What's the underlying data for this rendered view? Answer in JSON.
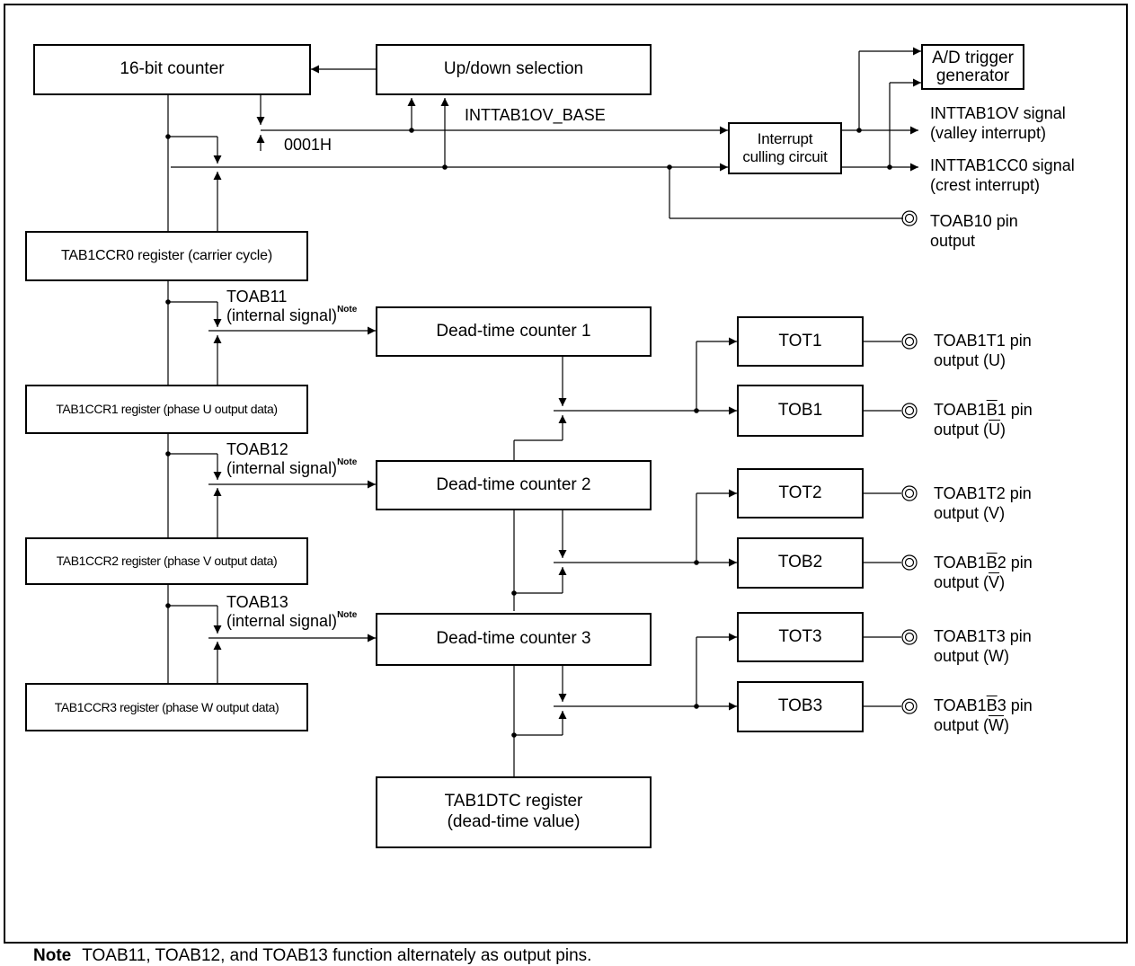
{
  "blocks": {
    "counter16": "16-bit counter",
    "updown": "Up/down selection",
    "ad_trigger": [
      "A/D trigger",
      "generator"
    ],
    "interrupt_culling": [
      "Interrupt",
      "culling circuit"
    ],
    "ccr0": "TAB1CCR0 register (carrier cycle)",
    "ccr1": "TAB1CCR1 register (phase U output data)",
    "ccr2": "TAB1CCR2 register (phase V output data)",
    "ccr3": "TAB1CCR3 register (phase W output data)",
    "dtc1": "Dead-time counter 1",
    "dtc2": "Dead-time counter 2",
    "dtc3": "Dead-time counter 3",
    "tot1": "TOT1",
    "tob1": "TOB1",
    "tot2": "TOT2",
    "tob2": "TOB2",
    "tot3": "TOT3",
    "tob3": "TOB3",
    "dtc_reg": [
      "TAB1DTC register",
      "(dead-time value)"
    ]
  },
  "signals": {
    "inttab1ov_base": "INTTAB1OV_BASE",
    "h0001": "0001H",
    "inttab1ov": [
      "INTTAB1OV signal",
      "(valley interrupt)"
    ],
    "inttab1cc0": [
      "INTTAB1CC0 signal",
      "(crest interrupt)"
    ],
    "toab10": [
      "TOAB10 pin",
      "output"
    ],
    "toab11": "TOAB11",
    "toab12": "TOAB12",
    "toab13": "TOAB13",
    "internal_signal": "(internal signal)",
    "note_mark": "Note"
  },
  "pins": {
    "t1": {
      "name": "TOAB1T1 pin",
      "output": "output",
      "phase": "U"
    },
    "b1": {
      "name_prefix": "TOAB1",
      "name_bar": "B",
      "name_suffix": "1 pin",
      "output": "output",
      "phase": "U"
    },
    "t2": {
      "name": "TOAB1T2 pin",
      "output": "output",
      "phase": "V"
    },
    "b2": {
      "name_prefix": "TOAB1",
      "name_bar": "B",
      "name_suffix": "2 pin",
      "output": "output",
      "phase": "V"
    },
    "t3": {
      "name": "TOAB1T3 pin",
      "output": "output",
      "phase": "W"
    },
    "b3": {
      "name_prefix": "TOAB1",
      "name_bar": "B",
      "name_suffix": "3 pin",
      "output": "output",
      "phase": "W"
    }
  },
  "note": {
    "label": "Note",
    "text": "TOAB11, TOAB12, and TOAB13 function alternately as output pins."
  }
}
